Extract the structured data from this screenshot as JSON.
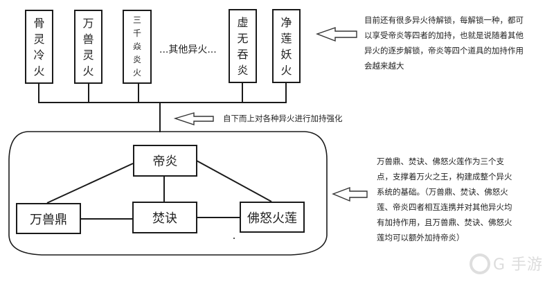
{
  "top_fires": [
    {
      "label": [
        "骨",
        "灵",
        "冷",
        "火"
      ]
    },
    {
      "label": [
        "万",
        "兽",
        "灵",
        "火"
      ]
    },
    {
      "label": [
        "三",
        "千",
        "焱",
        "炎",
        "火"
      ]
    },
    {
      "label": [
        "虚",
        "无",
        "吞",
        "炎"
      ]
    },
    {
      "label": [
        "净",
        "莲",
        "妖",
        "火"
      ]
    }
  ],
  "other_fires_label": "...其他异火...",
  "note_top": "目前还有很多异火待解锁，每解锁一种，都可以享受帝炎等四者的加持，也就是说随着其他异火的逐步解锁，帝炎等四个道具的加持作用会越来越大",
  "note_middle": "自下而上对各种异火进行加持强化",
  "note_bottom": "万兽鼎、焚诀、佛怒火莲作为三个支点，支撑着万火之王，构建成整个异火系统的基础。（万兽鼎、焚诀、佛怒火莲、帝炎四者相互连携并对其他异火均有加持作用，且万兽鼎、焚诀、佛怒火莲均可以额外加持帝炎）",
  "core": {
    "top": "帝炎",
    "left": "万兽鼎",
    "center": "焚诀",
    "right": "佛怒火莲"
  },
  "watermark": "G 手游"
}
